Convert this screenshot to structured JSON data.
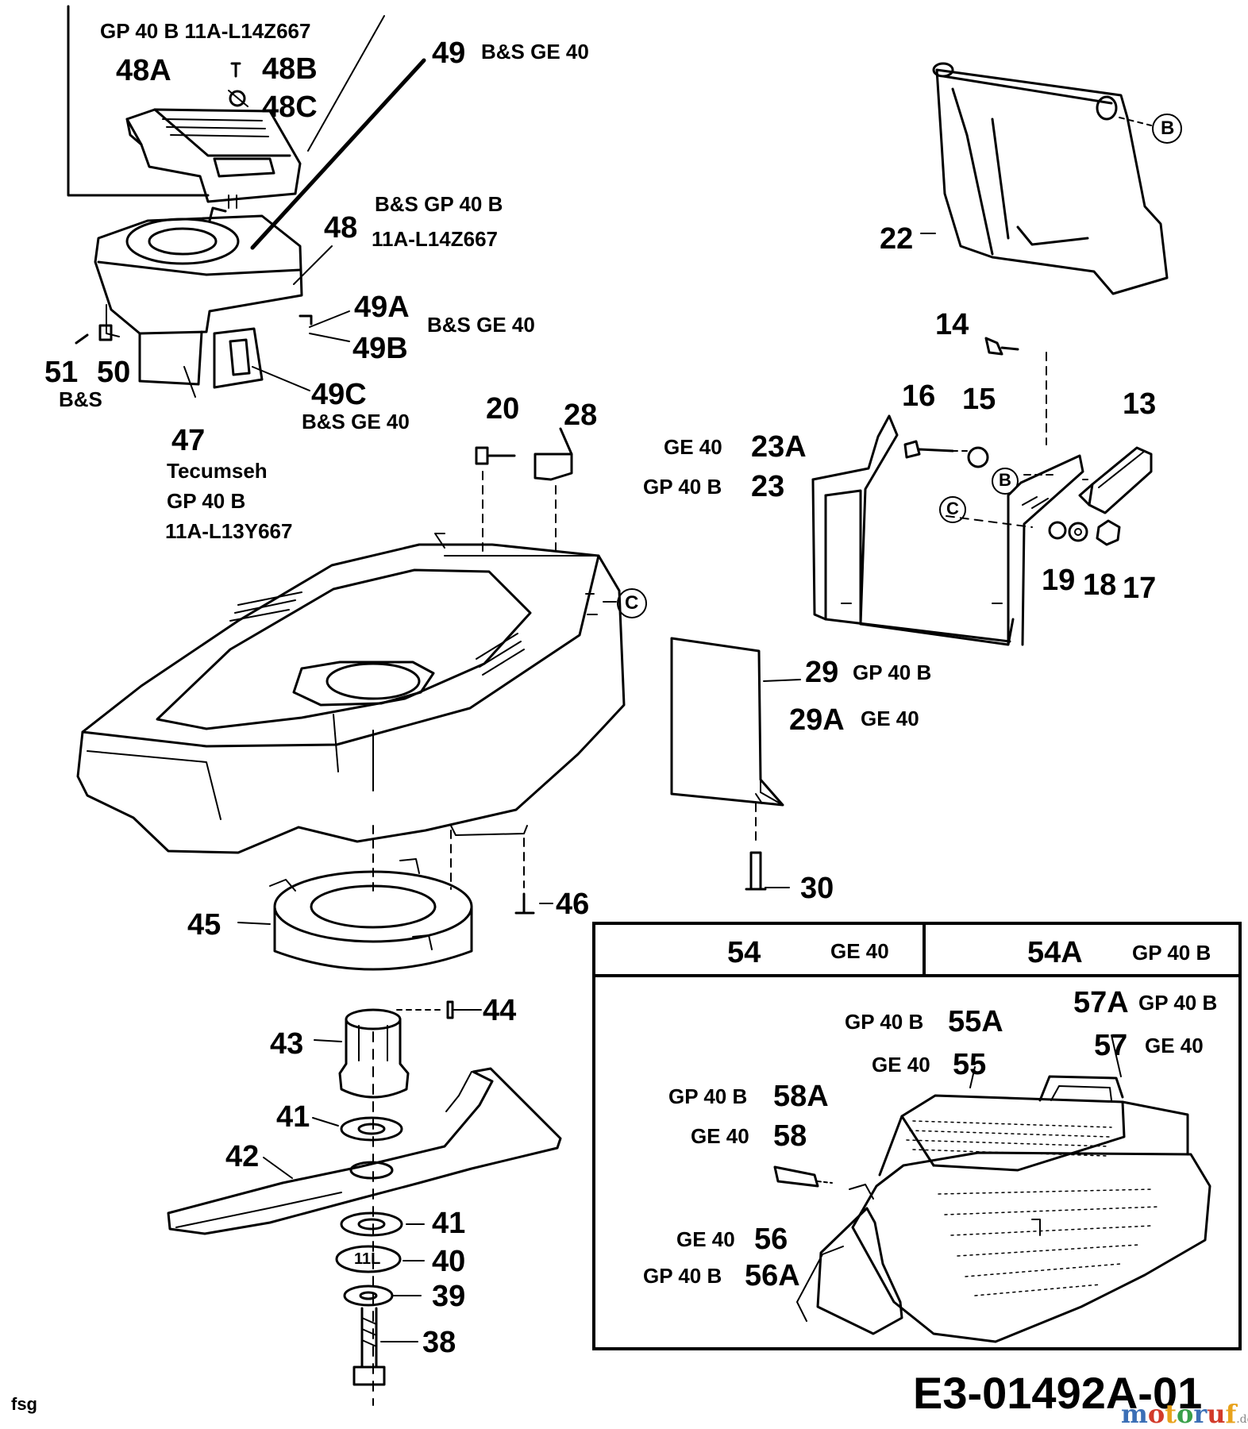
{
  "callouts": {
    "box_top_variant": "GP 40 B  11A-L14Z667",
    "p48A": "48A",
    "p48B": "48B",
    "p48C": "48C",
    "p49": "49",
    "p49_variant": "B&S  GE 40",
    "p48": "48",
    "p48_variant_1": "B&S  GP 40 B",
    "p48_variant_2": "11A-L14Z667",
    "p49A": "49A",
    "p49B": "49B",
    "p49AB_variant": "B&S  GE 40",
    "p51": "51",
    "p50": "50",
    "p5150_variant": "B&S",
    "p49C": "49C",
    "p49C_variant": "B&S  GE 40",
    "p47": "47",
    "p47_variant_1": "Tecumseh",
    "p47_variant_2": "GP 40 B",
    "p47_variant_3": "11A-L13Y667",
    "p20": "20",
    "p28": "28",
    "p22": "22",
    "circleB_top": "B",
    "p14": "14",
    "p16": "16",
    "p15": "15",
    "p13": "13",
    "p23A_variant": "GE 40",
    "p23A": "23A",
    "p23_variant": "GP 40 B",
    "p23": "23",
    "circleB_mid": "B",
    "circleC_mid": "C",
    "p19": "19",
    "p18": "18",
    "p17": "17",
    "circleC_deck": "C",
    "p29": "29",
    "p29_variant": "GP 40 B",
    "p29A": "29A",
    "p29A_variant": "GE 40",
    "p30": "30",
    "p45": "45",
    "p46": "46",
    "p44": "44",
    "p43": "43",
    "p41_top": "41",
    "p42": "42",
    "p41_bottom": "41",
    "p40": "40",
    "p39": "39",
    "p38": "38",
    "adapter_mark": "11L"
  },
  "bag_box": {
    "head_left_num": "54",
    "head_left_variant": "GE 40",
    "head_right_num": "54A",
    "head_right_variant": "GP 40 B",
    "p57A": "57A",
    "p57A_variant": "GP 40 B",
    "p55A_variant": "GP 40 B",
    "p55A": "55A",
    "p57": "57",
    "p57_variant": "GE 40",
    "p55_variant": "GE 40",
    "p55": "55",
    "p58A_variant": "GP 40 B",
    "p58A": "58A",
    "p58_variant": "GE 40",
    "p58": "58",
    "p56_variant": "GE 40",
    "p56": "56",
    "p56A_variant": "GP 40 B",
    "p56A": "56A"
  },
  "footer": {
    "drawing_number": "E3-01492A-01",
    "initials": "fsg",
    "watermark_main": "motoruf",
    "watermark_tld": ".de"
  },
  "colors": {
    "line": "#000000",
    "background": "#ffffff",
    "watermark_m": "#3b6fb6",
    "watermark_o": "#d23a2a",
    "watermark_t": "#e8a21c",
    "watermark_o2": "#3aa04a",
    "watermark_r": "#3b6fb6",
    "watermark_u": "#d23a2a",
    "watermark_f": "#e8a21c"
  }
}
